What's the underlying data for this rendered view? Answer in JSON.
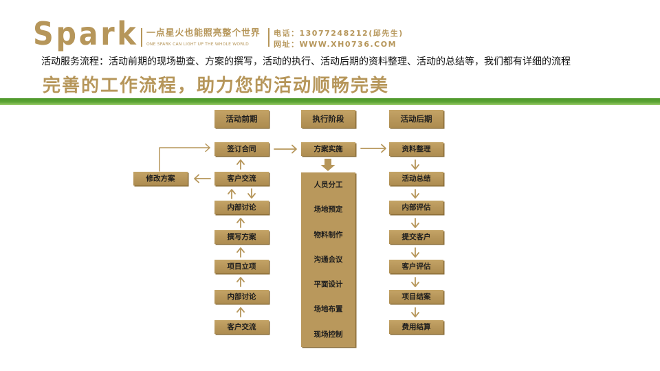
{
  "brand": {
    "logo_text": "Spark",
    "slogan_cn": "一点星火也能照亮整个世界",
    "slogan_en": "ONE SPARK CAN LIGHT UP THE WHOLE WORLD"
  },
  "contact": {
    "phone": "电话：13077248212(邱先生)",
    "website": "网址：WWW.XH0736.COM"
  },
  "intro_text": "活动服务流程：活动前期的现场勘查、方案的撰写，活动的执行、活动后期的资料整理、活动的总结等，我们都有详细的流程",
  "headline": "完善的工作流程，助力您的活动顺畅完美",
  "colors": {
    "brand_gold": "#b6965a",
    "box_fill": "#b9985c",
    "box_shadow": "#8a6d38",
    "accent_green": "#5ca535",
    "box_text": "#1e1e1e"
  },
  "icons": [
    "arrow-up-icon",
    "arrow-down-icon",
    "arrow-right-icon",
    "arrow-left-icon",
    "block-arrow-down-icon"
  ],
  "flow": {
    "pre": {
      "header": "活动前期",
      "steps": [
        "签订合同",
        "客户交流",
        "内部讨论",
        "撰写方案",
        "项目立项",
        "内部讨论",
        "客户交流"
      ],
      "side_step": "修改方案"
    },
    "execution": {
      "header": "执行阶段",
      "entry_step": "方案实施",
      "tasks": [
        "人员分工",
        "场地预定",
        "物料制作",
        "沟通会议",
        "平面设计",
        "场地布置",
        "现场控制"
      ]
    },
    "post": {
      "header": "活动后期",
      "steps": [
        "资料整理",
        "活动总结",
        "内部评估",
        "提交客户",
        "客户评估",
        "项目结案",
        "费用结算"
      ]
    }
  }
}
